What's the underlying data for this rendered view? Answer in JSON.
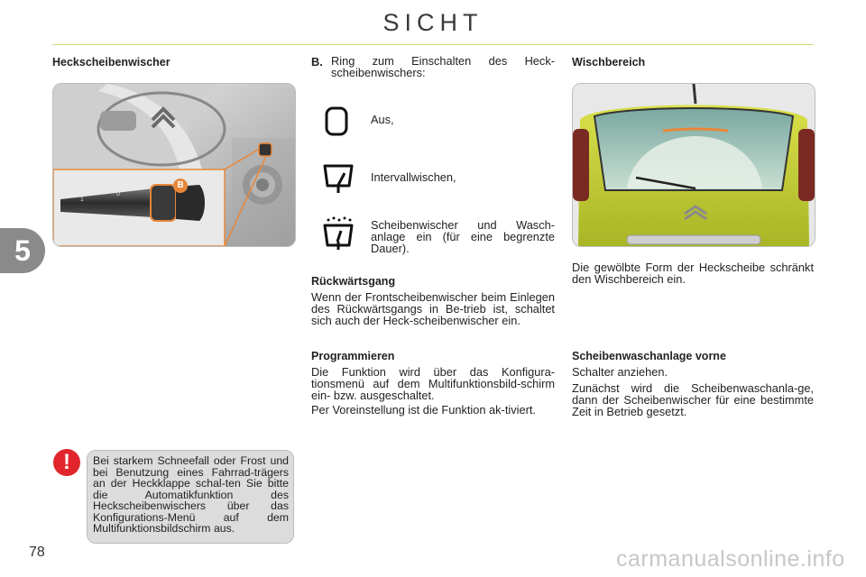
{
  "header": {
    "title": "SICHT"
  },
  "chapter": {
    "number": "5"
  },
  "left": {
    "heading": "Heckscheibenwischer",
    "photo_label": "B",
    "warning_text": "Bei starkem Schneefall oder Frost und bei Benutzung eines Fahrrad-trägers an der Heckklappe schal-ten Sie bitte die Automatikfunktion des Heckscheibenwischers über das Konfigurations-Menü auf dem Multifunktionsbildschirm aus."
  },
  "middle": {
    "b_label": "B.",
    "b_text": "Ring zum Einschalten des Heck-scheibenwischers:",
    "items": [
      {
        "icon": "wiper-off-icon",
        "text": "Aus,"
      },
      {
        "icon": "wiper-intermittent-icon",
        "text": "Intervallwischen,"
      },
      {
        "icon": "wiper-washer-icon",
        "text": "Scheibenwischer und Wasch-anlage ein (für eine begrenzte Dauer)."
      }
    ],
    "reverse_heading": "Rückwärtsgang",
    "reverse_text": "Wenn der Frontscheibenwischer beim Einlegen des Rückwärtsgangs in Be-trieb ist, schaltet sich auch der Heck-scheibenwischer ein.",
    "program_heading": "Programmieren",
    "program_text1": "Die Funktion wird über das Konfigura-tionsmenü auf dem Multifunktionsbild-schirm ein- bzw. ausgeschaltet.",
    "program_text2": "Per Voreinstellung ist die Funktion ak-tiviert."
  },
  "right": {
    "heading": "Wischbereich",
    "wipe_text": "Die gewölbte Form der Heckscheibe schränkt den Wischbereich ein.",
    "washer_heading": "Scheibenwaschanlage vorne",
    "washer_text1": "Schalter anziehen.",
    "washer_text2": "Zunächst wird die Scheibenwaschanla-ge, dann der Scheibenwischer für eine bestimmte Zeit in Betrieb gesetzt."
  },
  "footer": {
    "page_number": "78",
    "watermark": "carmanualsonline.info"
  },
  "colors": {
    "accent_green": "#c9dc7a",
    "car_yellow": "#c8d23c",
    "highlight_orange": "#e8873a",
    "warning_red": "#e0262c"
  }
}
